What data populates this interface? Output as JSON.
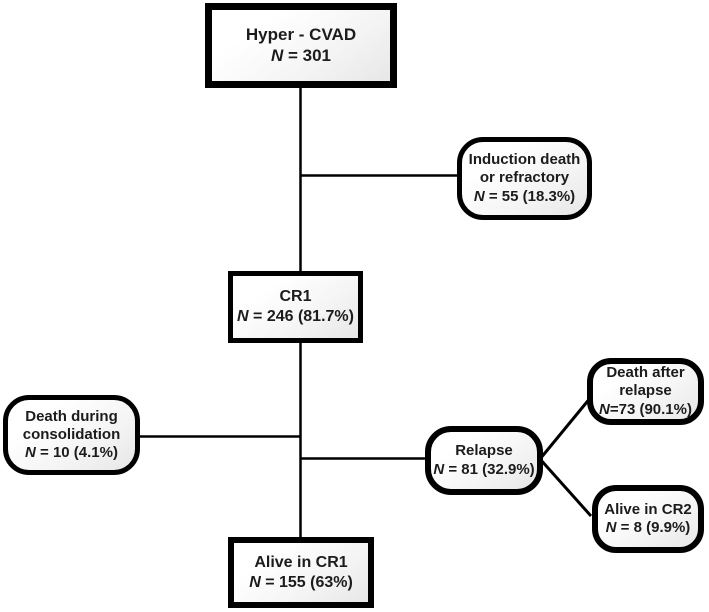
{
  "diagram": {
    "background_color": "#ffffff",
    "node_border_color": "#000000",
    "node_fill_color": "#f4f4f4",
    "connector_color": "#000000",
    "nodes": {
      "hyper": {
        "label": "Hyper - CVAD",
        "n": "N",
        "stats": " = 301"
      },
      "induction": {
        "label": "Induction death\nor refractory",
        "n": "N",
        "stats": " = 55 (18.3%)"
      },
      "cr1": {
        "label": "CR1",
        "n": "N",
        "stats": " = 246 (81.7%)"
      },
      "consolidation": {
        "label": "Death during\nconsolidation",
        "n": "N",
        "stats": " = 10 (4.1%)"
      },
      "relapse": {
        "label": "Relapse",
        "n": "N",
        "stats": " = 81 (32.9%)"
      },
      "death_after_relapse": {
        "label": "Death after\nrelapse",
        "n": "N",
        "stats": "=73 (90.1%)"
      },
      "alive_cr2": {
        "label": "Alive in CR2",
        "n": "N",
        "stats": " = 8 (9.9%)"
      },
      "alive_cr1": {
        "label": "Alive in CR1",
        "n": "N",
        "stats": " = 155 (63%)"
      }
    }
  }
}
